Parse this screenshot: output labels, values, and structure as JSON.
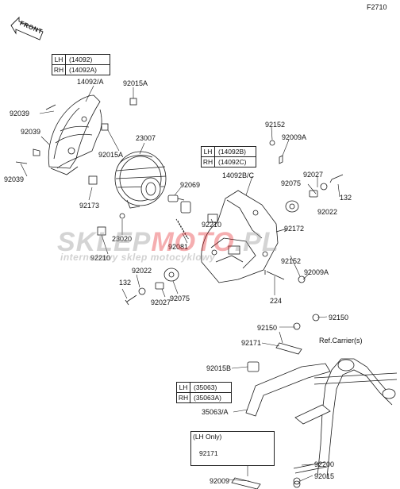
{
  "figure_code": "F2710",
  "front_label": "FRONT",
  "watermark": {
    "main_left": "SKLEP",
    "main_accent": "MOTO",
    "main_right": ".PL",
    "sub": "internetowy sklep motocyklowy"
  },
  "colors": {
    "watermark_gray": "#9a9a9a",
    "watermark_red": "#e21e23",
    "line": "#1a1a1a"
  },
  "tables": {
    "headlight_housing": {
      "rows": [
        {
          "side": "LH",
          "code": "(14092)"
        },
        {
          "side": "RH",
          "code": "(14092A)"
        }
      ]
    },
    "inner_cover": {
      "rows": [
        {
          "side": "LH",
          "code": "(14092B)"
        },
        {
          "side": "RH",
          "code": "(14092C)"
        }
      ]
    },
    "stay": {
      "rows": [
        {
          "side": "LH",
          "code": "(35063)"
        },
        {
          "side": "RH",
          "code": "(35063A)"
        }
      ]
    },
    "lh_only": {
      "header": "(LH Only)",
      "part": "92171"
    }
  },
  "ref_carrier": "Ref.Carrier(s)",
  "part_labels": {
    "p14092A": "14092/A",
    "p92015A_a": "92015A",
    "p92039_a": "92039",
    "p92039_b": "92039",
    "p92039_c": "92039",
    "p23007": "23007",
    "p92015A_b": "92015A",
    "p92173": "92173",
    "p92069": "92069",
    "p23020": "23020",
    "p92210_a": "92210",
    "p92210_b": "92210",
    "p92081": "92081",
    "p92152_a": "92152",
    "p92009A_a": "92009A",
    "p14092BC": "14092B/C",
    "p92027_a": "92027",
    "p92075_a": "92075",
    "p132_a": "132",
    "p92022_a": "92022",
    "p92172": "92172",
    "p92152_b": "92152",
    "p92009A_b": "92009A",
    "p92022_b": "92022",
    "p132_b": "132",
    "p92027_b": "92027",
    "p92075_b": "92075",
    "p224": "224",
    "p92150_a": "92150",
    "p92150_b": "92150",
    "p92171_a": "92171",
    "p92015B": "92015B",
    "p35063A": "35063/A",
    "p92200": "92200",
    "p92015": "92015",
    "p92009": "92009"
  }
}
